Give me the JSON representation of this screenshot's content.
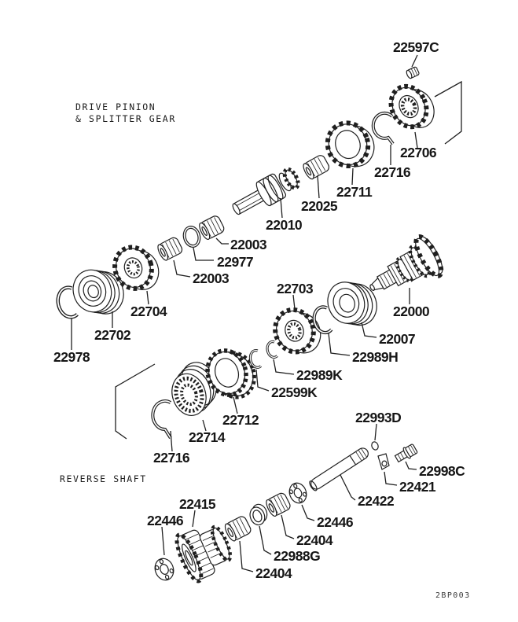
{
  "diagram": {
    "type": "exploded-parts-diagram",
    "colors": {
      "line": "#1f1f1f",
      "background": "#ffffff"
    },
    "titles": {
      "section1_line1": "DRIVE PINION",
      "section1_line2": "& SPLITTER GEAR",
      "section2": "REVERSE SHAFT",
      "drawing_code": "2BP003"
    },
    "labels": [
      {
        "text": "22597C"
      },
      {
        "text": "22706"
      },
      {
        "text": "22716"
      },
      {
        "text": "22711"
      },
      {
        "text": "22025"
      },
      {
        "text": "22010"
      },
      {
        "text": "22003"
      },
      {
        "text": "22977"
      },
      {
        "text": "22003"
      },
      {
        "text": "22704"
      },
      {
        "text": "22702"
      },
      {
        "text": "22978"
      },
      {
        "text": "22703"
      },
      {
        "text": "22000"
      },
      {
        "text": "22007"
      },
      {
        "text": "22989H"
      },
      {
        "text": "22989K"
      },
      {
        "text": "22599K"
      },
      {
        "text": "22712"
      },
      {
        "text": "22714"
      },
      {
        "text": "22716"
      },
      {
        "text": "22993D"
      },
      {
        "text": "22998C"
      },
      {
        "text": "22421"
      },
      {
        "text": "22422"
      },
      {
        "text": "22446"
      },
      {
        "text": "22404"
      },
      {
        "text": "22988G"
      },
      {
        "text": "22404"
      },
      {
        "text": "22446"
      },
      {
        "text": "22415"
      }
    ]
  }
}
